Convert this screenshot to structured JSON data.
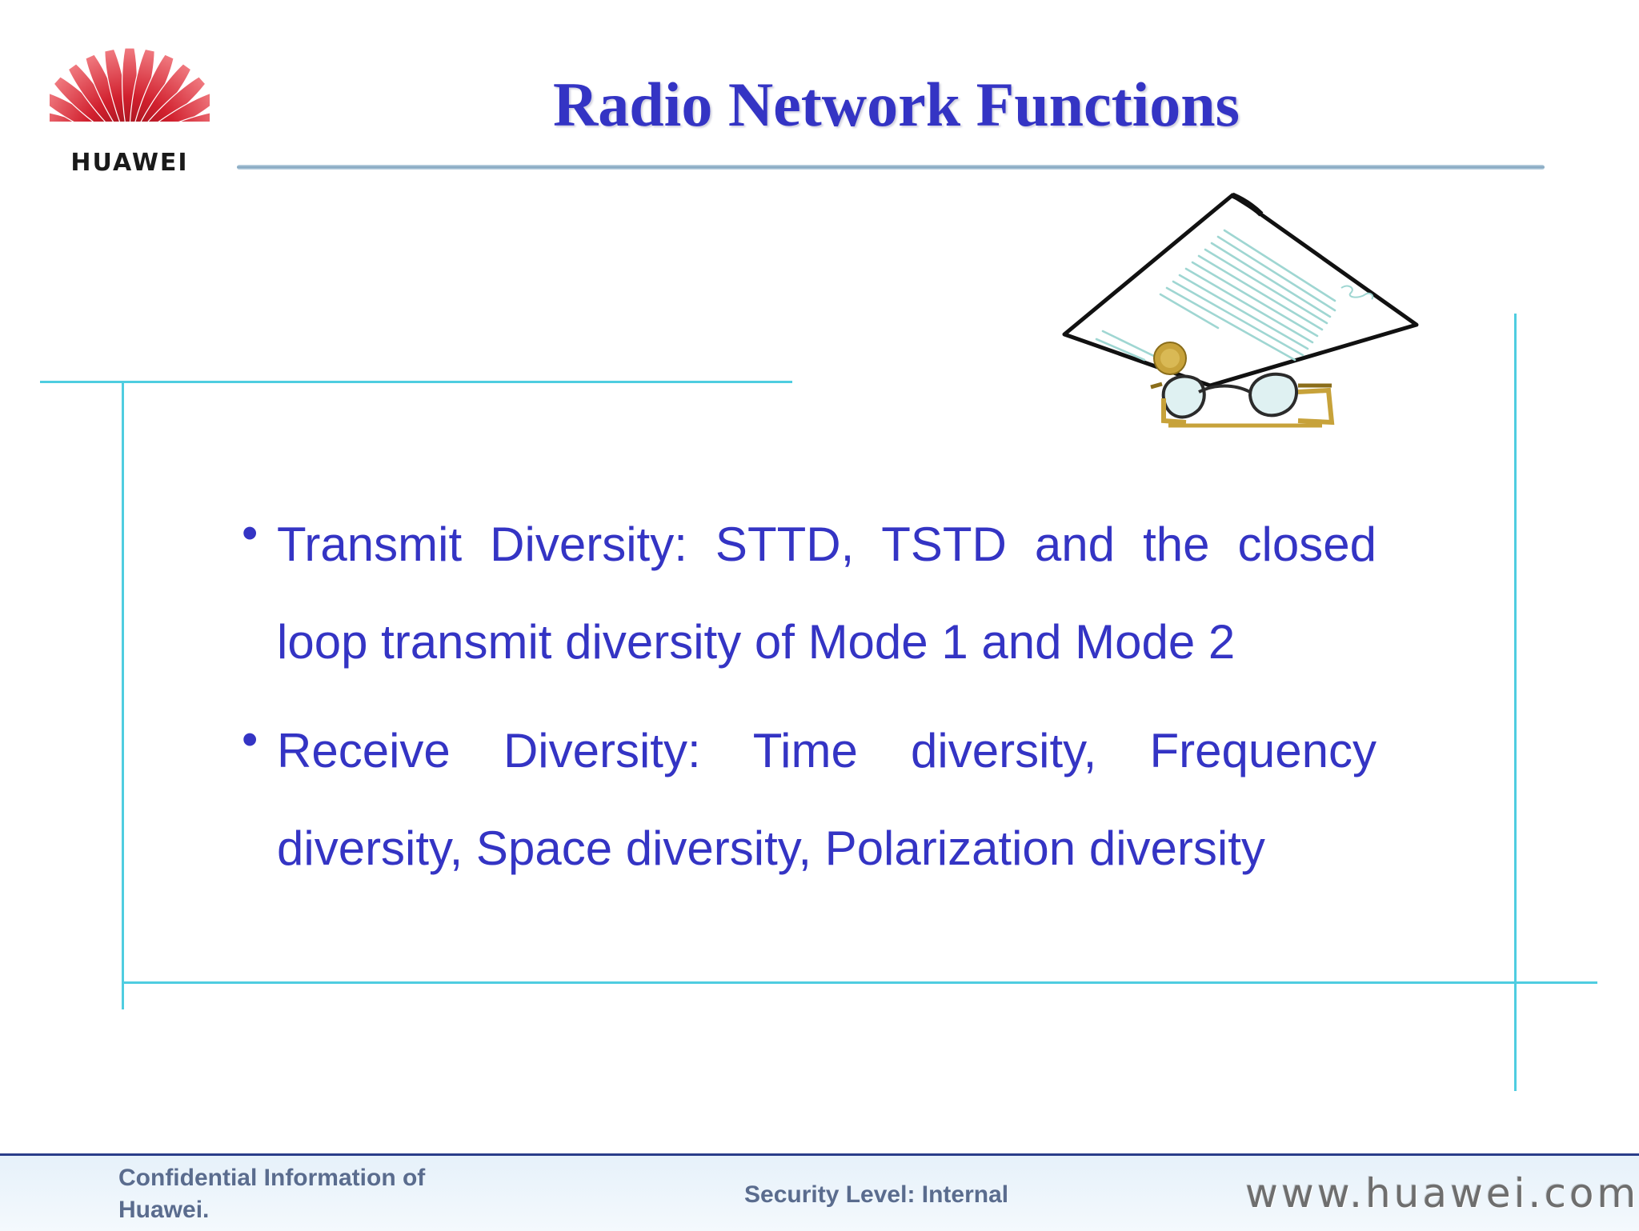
{
  "logo": {
    "text": "HUAWEI",
    "icon": "huawei-fan-logo",
    "color": "#d1202e"
  },
  "slide": {
    "title": "Radio Network Functions",
    "bullets": [
      "Transmit Diversity: STTD, TSTD and the closed loop transmit diversity of Mode 1 and Mode 2",
      "Receive Diversity: Time diversity, Frequency diversity, Space diversity, Polarization diversity"
    ],
    "clipart": "document-with-glasses-icon"
  },
  "footer": {
    "confidential": "Confidential Information of Huawei.",
    "security": "Security Level: Internal",
    "website": "www.huawei.com"
  },
  "colors": {
    "title": "#3434c4",
    "accent_lines": "#4fcde0",
    "footer_text": "#5a6c8e"
  }
}
